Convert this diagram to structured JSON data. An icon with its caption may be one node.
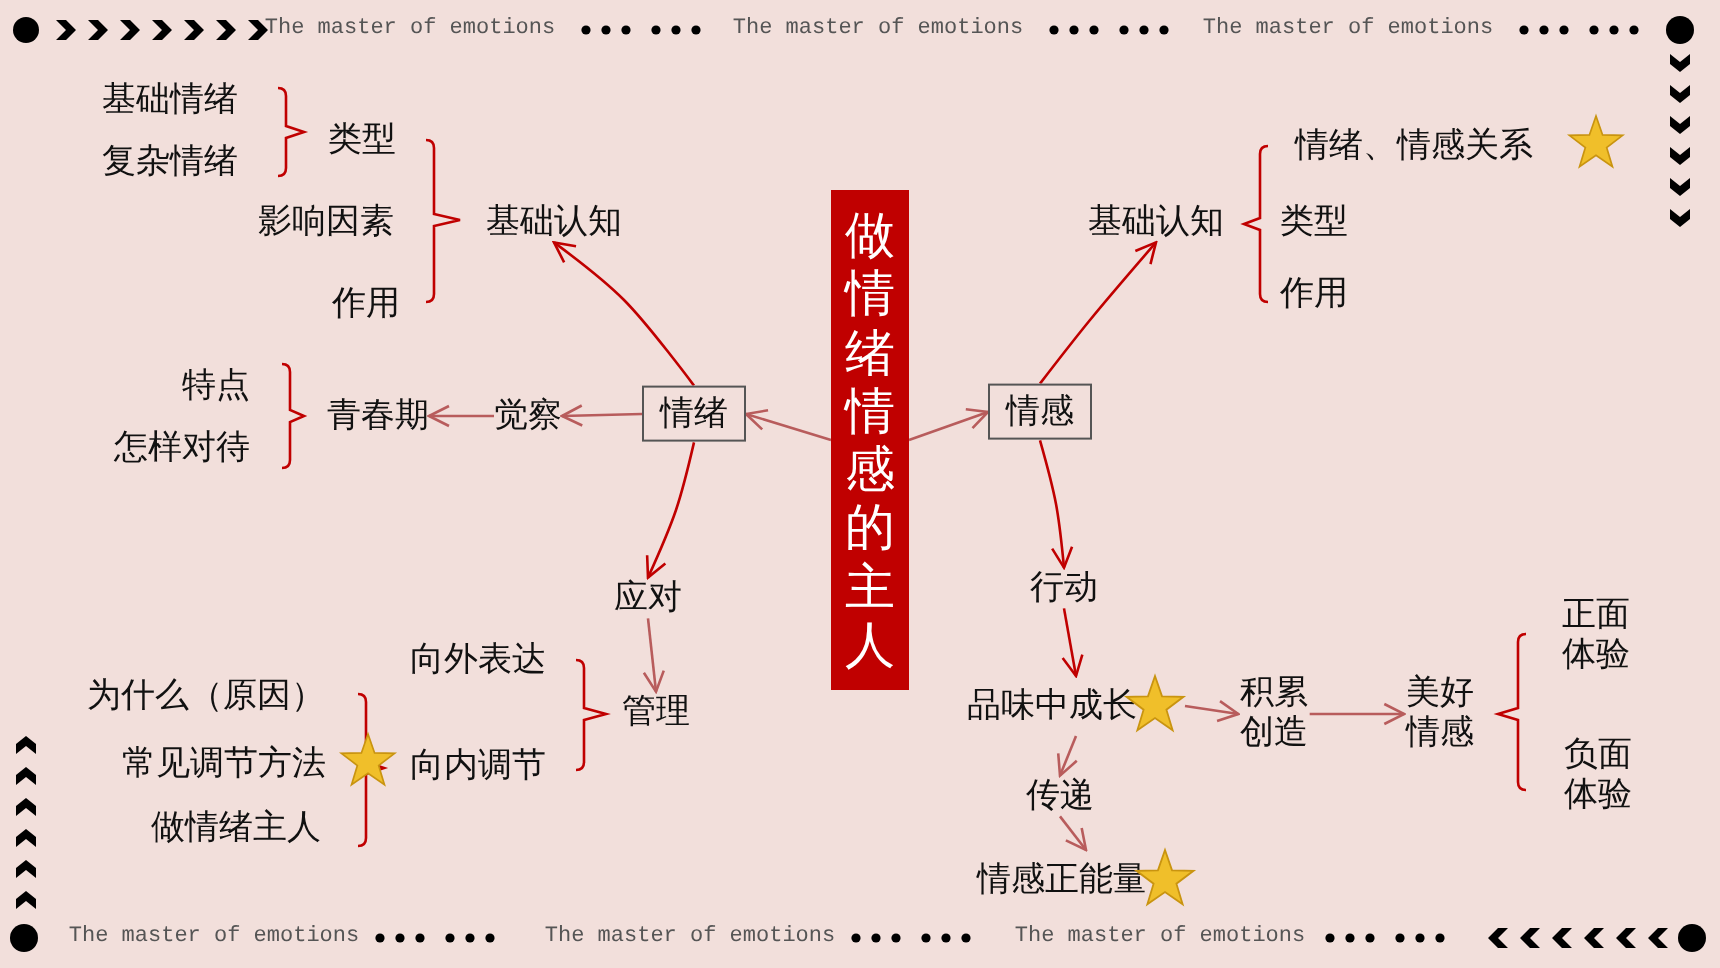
{
  "diagram": {
    "nodes": [
      {
        "text": [
          "做情绪情感的主人"
        ]
      },
      {
        "text": [
          "情绪"
        ]
      },
      {
        "text": [
          "情感"
        ]
      },
      {
        "text": [
          "基础认知"
        ]
      },
      {
        "text": [
          "觉察"
        ]
      },
      {
        "text": [
          "青春期"
        ]
      },
      {
        "text": [
          "应对"
        ]
      },
      {
        "text": [
          "管理"
        ]
      },
      {
        "text": [
          "基础认知"
        ]
      },
      {
        "text": [
          "行动"
        ]
      },
      {
        "text": [
          "品味中成长"
        ]
      },
      {
        "text": [
          "积累创造"
        ]
      },
      {
        "text": [
          "美好情感"
        ]
      },
      {
        "text": [
          "传递"
        ]
      },
      {
        "text": [
          "情感正能量"
        ]
      }
    ],
    "edges": [
      {
        "from": 0,
        "to": 1,
        "arrow": "to"
      },
      {
        "from": 0,
        "to": 2,
        "arrow": "to"
      },
      {
        "from": 1,
        "to": 3,
        "arrow": "to",
        "color": "#c00000"
      },
      {
        "from": 1,
        "to": 4,
        "arrow": "to"
      },
      {
        "from": 4,
        "to": 5,
        "arrow": "to"
      },
      {
        "from": 1,
        "to": 6,
        "arrow": "to",
        "color": "#c00000"
      },
      {
        "from": 6,
        "to": 7,
        "arrow": "to"
      },
      {
        "from": 2,
        "to": 8,
        "arrow": "to",
        "color": "#c00000"
      },
      {
        "from": 2,
        "to": 9,
        "arrow": "to",
        "color": "#c00000"
      },
      {
        "from": 9,
        "to": 10,
        "arrow": "to",
        "color": "#c00000"
      },
      {
        "from": 10,
        "to": 11,
        "arrow": "to"
      },
      {
        "from": 11,
        "to": 12,
        "arrow": "to"
      },
      {
        "from": 10,
        "to": 13,
        "arrow": "to"
      },
      {
        "from": 13,
        "to": 14,
        "arrow": "to"
      }
    ],
    "labels": [
      "The master of emotions",
      "The master of emotions",
      "The master of emotions",
      "基础情绪",
      "复杂情绪",
      "类型",
      "影响因素",
      "作用",
      "情绪、情感关系",
      "类型",
      "作用",
      "特点",
      "怎样对待",
      "向外表达",
      "为什么（原因）",
      "常见调节方法",
      "向内调节",
      "做情绪主人",
      "正面体验",
      "负面体验",
      "The master of emotions",
      "The master of emotions",
      "The master of emotions"
    ]
  }
}
